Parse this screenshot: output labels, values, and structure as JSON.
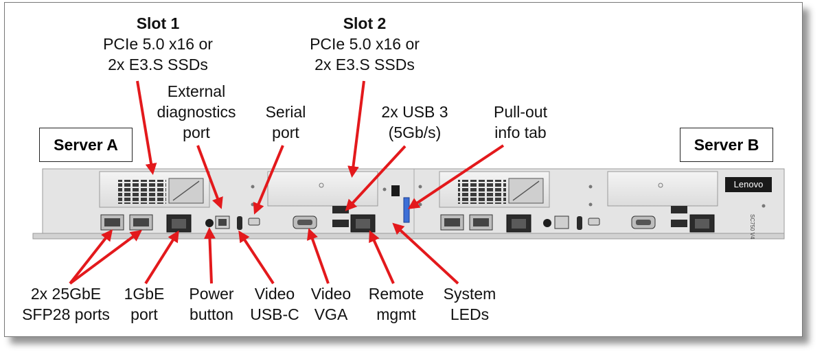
{
  "servers": {
    "a_label": "Server A",
    "b_label": "Server B",
    "brand": "Lenovo",
    "model": "SC750 V4"
  },
  "top_labels": [
    {
      "id": "slot1",
      "lines": [
        "Slot 1",
        "PCIe 5.0 x16 or",
        "2x E3.S SSDs"
      ]
    },
    {
      "id": "ext-diag",
      "lines": [
        "External",
        "diagnostics",
        "port"
      ]
    },
    {
      "id": "serial",
      "lines": [
        "Serial",
        "port"
      ]
    },
    {
      "id": "slot2",
      "lines": [
        "Slot 2",
        "PCIe 5.0 x16 or",
        "2x E3.S SSDs"
      ]
    },
    {
      "id": "usb3",
      "lines": [
        "2x USB 3",
        "(5Gb/s)"
      ]
    },
    {
      "id": "pullout",
      "lines": [
        "Pull-out",
        "info tab"
      ]
    }
  ],
  "bottom_labels": [
    {
      "id": "sfp28",
      "lines": [
        "2x 25GbE",
        "SFP28 ports"
      ]
    },
    {
      "id": "gbe",
      "lines": [
        "1GbE",
        "port"
      ]
    },
    {
      "id": "power",
      "lines": [
        "Power",
        "button"
      ]
    },
    {
      "id": "usbc",
      "lines": [
        "Video",
        "USB-C"
      ]
    },
    {
      "id": "vga",
      "lines": [
        "Video",
        "VGA"
      ]
    },
    {
      "id": "remote",
      "lines": [
        "Remote",
        "mgmt"
      ]
    },
    {
      "id": "leds",
      "lines": [
        "System",
        "LEDs"
      ]
    }
  ],
  "colors": {
    "arrow": "#e3191c",
    "chassis": "#e6e6e6",
    "chassis_edge": "#9a9a9a",
    "port_dark": "#2b2b2b"
  }
}
